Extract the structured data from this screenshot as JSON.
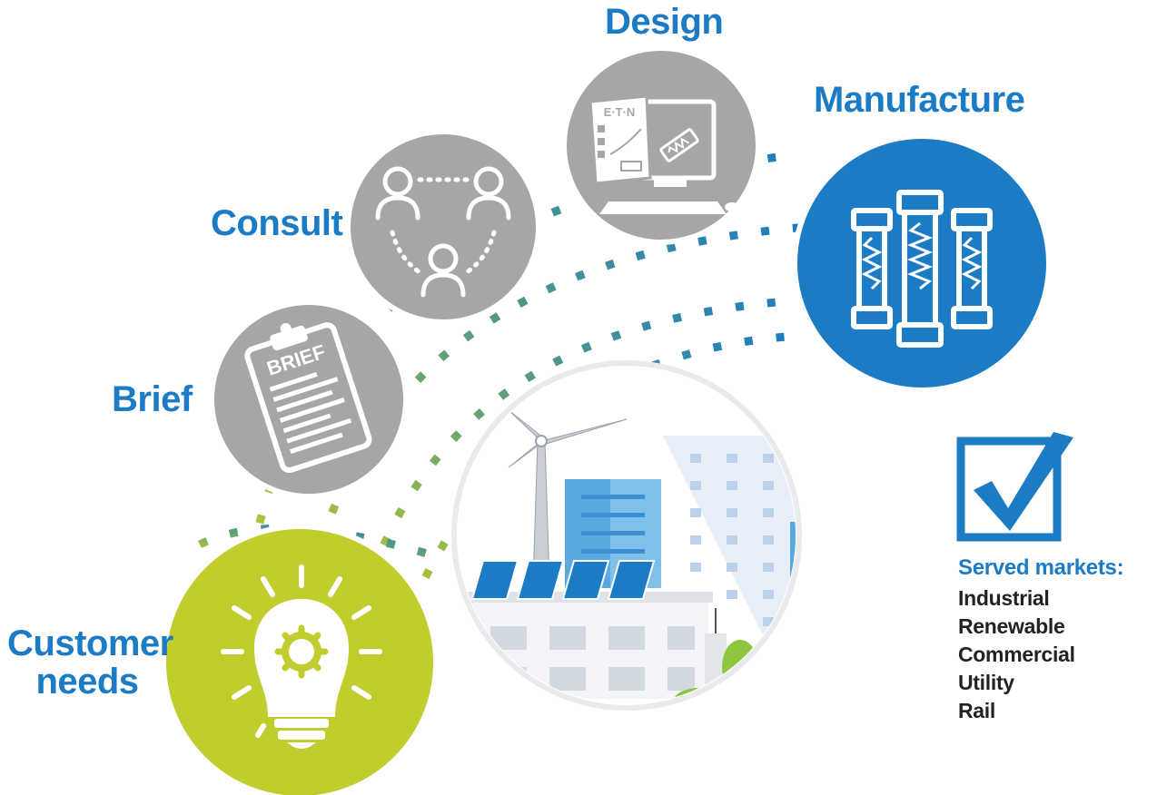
{
  "steps": {
    "customer_needs": [
      "Customer",
      "needs"
    ],
    "brief": "Brief",
    "consult": "Consult",
    "design": "Design",
    "manufacture": "Manufacture"
  },
  "design_logo": "E·T·N",
  "brief_clipboard": "BRIEF",
  "markets": {
    "title": "Served markets:",
    "items": [
      "Industrial",
      "Renewable",
      "Commercial",
      "Utility",
      "Rail"
    ]
  },
  "colors": {
    "blue": "#1b7bc4",
    "green": "#c0cd2d",
    "grey": "#a5a6a8",
    "white": "#ffffff"
  },
  "icons": {
    "customer_needs": "lightbulb-gear-icon",
    "brief": "clipboard-icon",
    "consult": "people-network-icon",
    "design": "computer-design-icon",
    "manufacture": "fuses-icon",
    "center": "city-renewable-illustration",
    "check": "checkbox-checked-icon"
  }
}
